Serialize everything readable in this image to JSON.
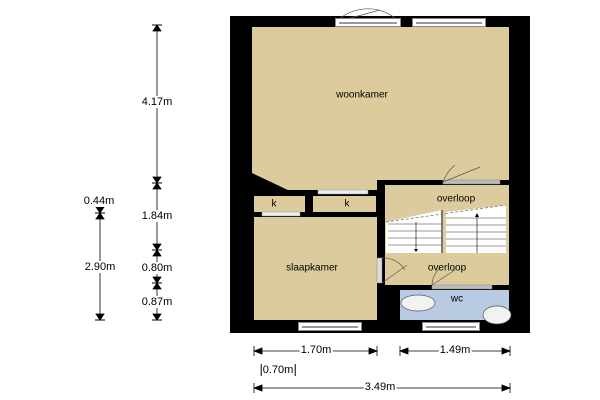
{
  "rooms": {
    "woonkamer": "woonkamer",
    "k1": "k",
    "k2": "k",
    "overloop_upper": "overloop",
    "overloop_lower": "overloop",
    "slaapkamer": "slaapkamer",
    "wc": "wc"
  },
  "dimensions": {
    "left": [
      "0.44m",
      "2.90m"
    ],
    "middle": [
      "4.17m",
      "1.84m",
      "0.80m",
      "0.87m"
    ],
    "bottom_left": "1.70m",
    "bottom_right": "1.49m",
    "door_width": "0.70m",
    "total_width": "3.49m"
  },
  "colors": {
    "floor": "#dccb9c",
    "wc": "#b9cbe3",
    "wall": "#000000"
  }
}
